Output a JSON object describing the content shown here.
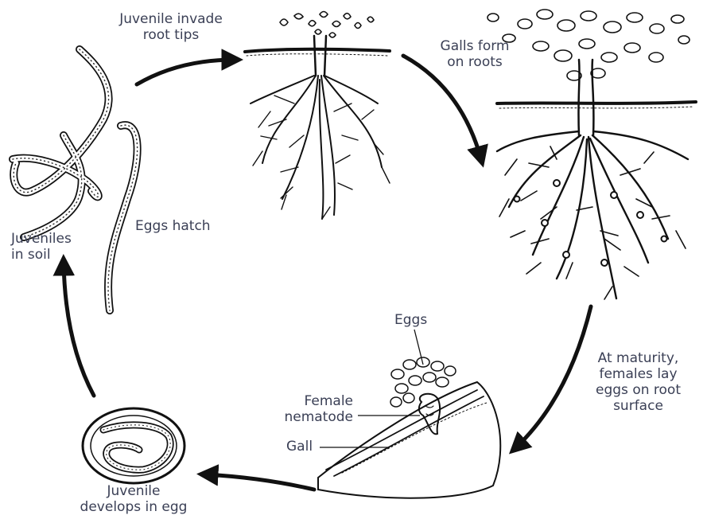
{
  "colors": {
    "ink": "#111111",
    "label": "#3a3f55",
    "background": "#ffffff"
  },
  "stages": {
    "invade": {
      "line1": "Juvenile invade",
      "line2": "root tips"
    },
    "galls": {
      "line1": "Galls form",
      "line2": "on roots"
    },
    "maturity": {
      "line1": "At maturity,",
      "line2": "females lay",
      "line3": "eggs on root",
      "line4": "surface"
    },
    "develops": {
      "line1": "Juvenile",
      "line2": "develops in egg"
    },
    "soil": {
      "line1": "Juveniles",
      "line2": "in soil"
    },
    "hatch": {
      "label": "Eggs hatch"
    }
  },
  "parts": {
    "eggs": "Eggs",
    "female": {
      "line1": "Female",
      "line2": "nematode"
    },
    "gall": "Gall"
  }
}
